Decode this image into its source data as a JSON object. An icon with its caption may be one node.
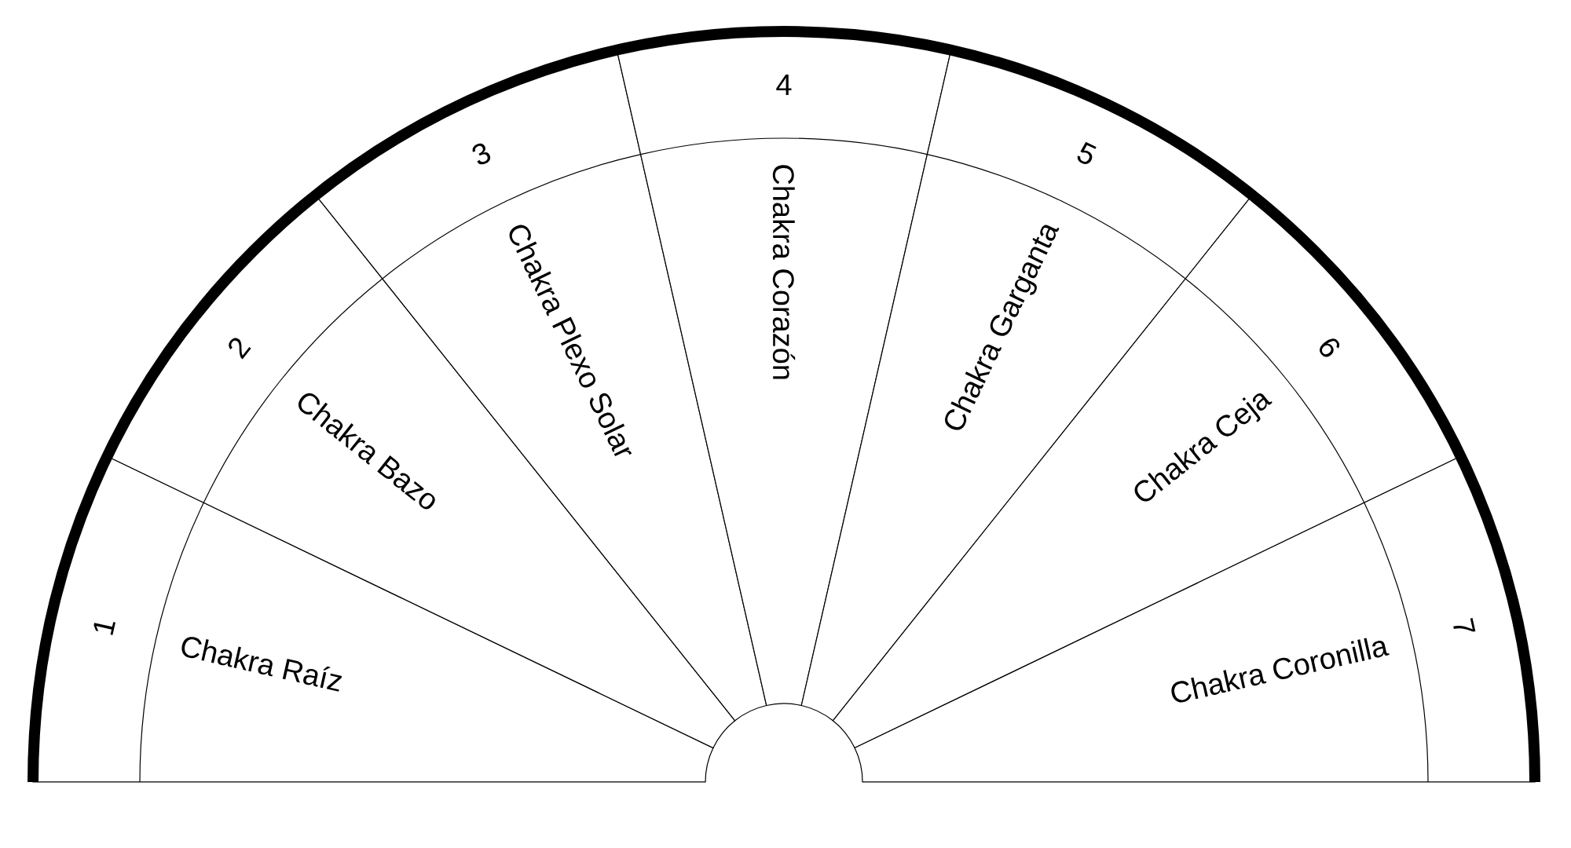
{
  "diagram": {
    "nodes": [
      {
        "text": [
          "1",
          "Chakra Raíz"
        ]
      },
      {
        "text": [
          "2",
          "Chakra Bazo"
        ]
      },
      {
        "text": [
          "3",
          "Chakra Plexo Solar"
        ]
      },
      {
        "text": [
          "4",
          "Chakra Corazón"
        ]
      },
      {
        "text": [
          "5",
          "Chakra Garganta"
        ]
      },
      {
        "text": [
          "6",
          "Chakra Ceja"
        ]
      },
      {
        "text": [
          "7",
          "Chakra Coronilla"
        ]
      }
    ]
  }
}
